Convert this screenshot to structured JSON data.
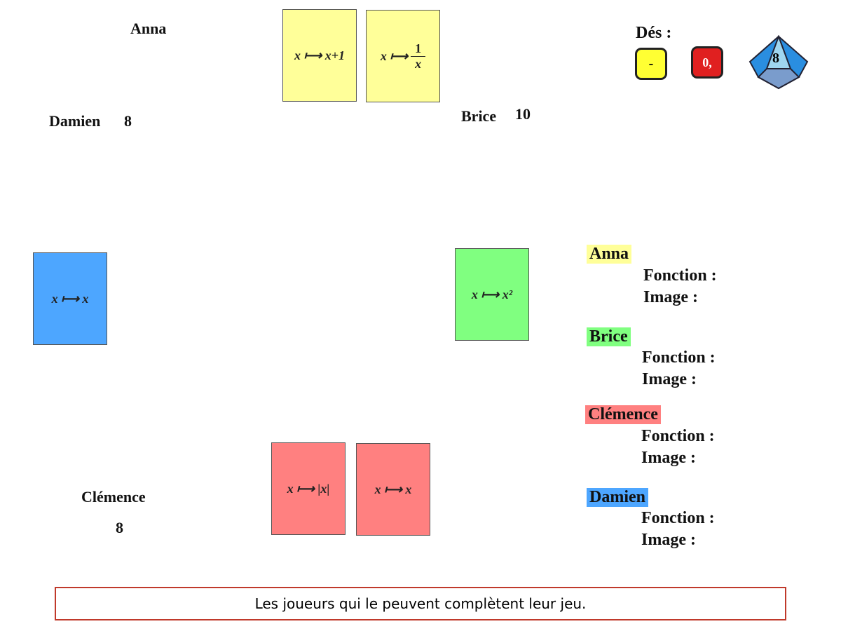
{
  "players": {
    "anna": {
      "name": "Anna",
      "score": ""
    },
    "brice": {
      "name": "Brice",
      "score": "10"
    },
    "clemence": {
      "name": "Clémence",
      "score": "8"
    },
    "damien": {
      "name": "Damien",
      "score": "8"
    }
  },
  "cards": {
    "anna": [
      {
        "label": "x ⟼ x+1"
      },
      {
        "label": "x ⟼",
        "num": "1",
        "den": "x"
      }
    ],
    "brice": [
      {
        "label": "x ⟼ x²"
      }
    ],
    "clemence": [
      {
        "label": "x ⟼ |x|"
      },
      {
        "label": "x ⟼ x"
      }
    ],
    "damien": [
      {
        "label": "x ⟼ x"
      }
    ]
  },
  "dice": {
    "title": "Dés :",
    "yellow": "-",
    "red": "0,",
    "d10": "8"
  },
  "panel": {
    "fonction_label": "Fonction :",
    "image_label": "Image :",
    "entries": [
      {
        "name": "Anna",
        "color": "#ffff99"
      },
      {
        "name": "Brice",
        "color": "#80ff80"
      },
      {
        "name": "Clémence",
        "color": "#ff8080"
      },
      {
        "name": "Damien",
        "color": "#4da6ff"
      }
    ]
  },
  "message": "Les joueurs qui le peuvent complètent leur jeu."
}
